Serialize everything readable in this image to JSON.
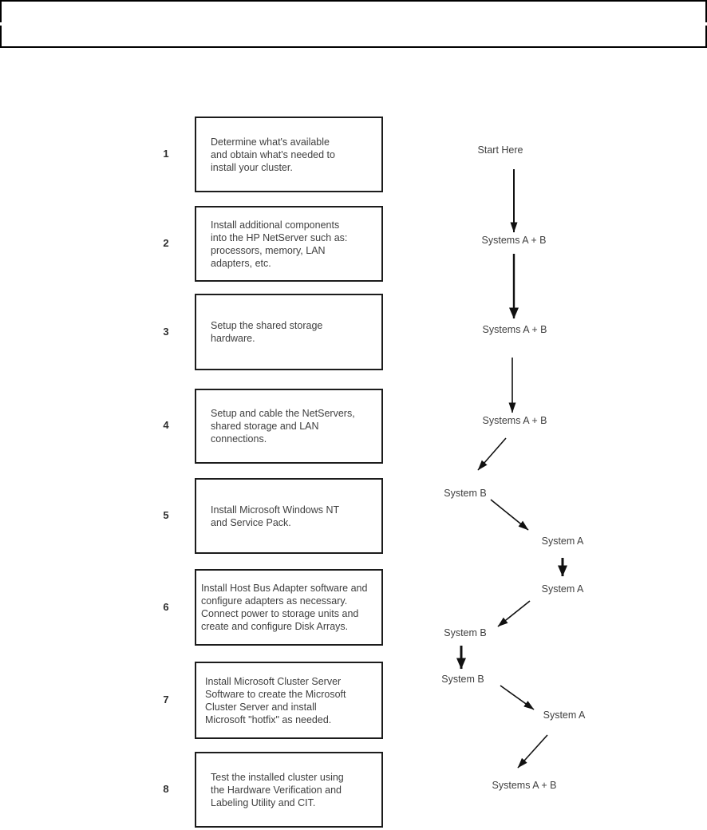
{
  "steps": [
    {
      "number": "1",
      "text": "Determine what's available\nand obtain what's needed to\ninstall your cluster."
    },
    {
      "number": "2",
      "text": "Install additional components\ninto the HP NetServer such as:\nprocessors, memory, LAN\nadapters, etc."
    },
    {
      "number": "3",
      "text": "Setup the shared storage\nhardware."
    },
    {
      "number": "4",
      "text": "Setup and cable the NetServers,\nshared storage and LAN\nconnections."
    },
    {
      "number": "5",
      "text": "Install Microsoft Windows NT\nand Service Pack."
    },
    {
      "number": "6",
      "text": "Install Host Bus Adapter software and\nconfigure adapters as necessary.\nConnect power to storage units and\ncreate and configure Disk Arrays."
    },
    {
      "number": "7",
      "text": "Install Microsoft Cluster Server\nSoftware to create the Microsoft\nCluster Server and install\nMicrosoft \"hotfix\" as needed."
    },
    {
      "number": "8",
      "text": "Test the installed cluster using\nthe Hardware Verification and\nLabeling Utility and CIT."
    }
  ],
  "flow": {
    "labels": [
      {
        "text": "Start Here"
      },
      {
        "text": "Systems A + B"
      },
      {
        "text": "Systems A + B"
      },
      {
        "text": "Systems A + B"
      },
      {
        "text": "System B"
      },
      {
        "text": "System A"
      },
      {
        "text": "System A"
      },
      {
        "text": "System B"
      },
      {
        "text": "System B"
      },
      {
        "text": "System A"
      },
      {
        "text": "Systems A + B"
      }
    ]
  },
  "colors": {
    "ink": "#000000",
    "text": "#3f3f3f"
  }
}
